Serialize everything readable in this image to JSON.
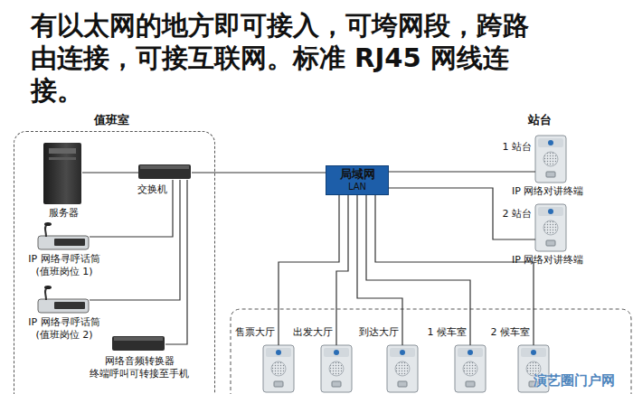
{
  "diagram": {
    "title": "有以太网的地方即可接入，可垮网段，跨路 由连接，可接互联网。标准 RJ45 网线连接。",
    "nodes": [
      {
        "text": [
          "值班室"
        ]
      },
      {
        "text": [
          "服务器"
        ],
        "in": 0
      },
      {
        "text": [
          "交换机"
        ],
        "in": 0
      },
      {
        "text": [
          "IP 网络寻呼话筒 (值班岗位 1)"
        ],
        "in": 0
      },
      {
        "text": [
          "IP 网络寻呼话筒 (值班岗位 2)"
        ],
        "in": 0
      },
      {
        "text": [
          "网络音频转换器 终端呼叫可转接至手机"
        ],
        "in": 0
      },
      {
        "text": [
          "局域网",
          "LAN"
        ]
      },
      {
        "text": [
          "1 站台",
          "IP 网络对讲终端"
        ]
      },
      {
        "text": [
          "2 站台",
          "IP 网络对讲终端"
        ]
      },
      {
        "text": [
          "售票大厅"
        ]
      },
      {
        "text": [
          "出发大厅"
        ]
      },
      {
        "text": [
          "到达大厅"
        ]
      },
      {
        "text": [
          "1 候车室"
        ]
      },
      {
        "text": [
          "2 候车室"
        ]
      }
    ],
    "edges": [
      {
        "from": 1,
        "to": 2,
        "arrow": "none"
      },
      {
        "from": 2,
        "to": 3,
        "arrow": "none"
      },
      {
        "from": 2,
        "to": 4,
        "arrow": "none"
      },
      {
        "from": 2,
        "to": 5,
        "arrow": "none"
      },
      {
        "from": 2,
        "to": 6,
        "arrow": "none"
      },
      {
        "from": 6,
        "to": 7,
        "arrow": "none"
      },
      {
        "from": 6,
        "to": 8,
        "arrow": "none"
      },
      {
        "from": 6,
        "to": 9,
        "arrow": "none"
      },
      {
        "from": 6,
        "to": 10,
        "arrow": "none"
      },
      {
        "from": 6,
        "to": 11,
        "arrow": "none"
      },
      {
        "from": 6,
        "to": 12,
        "arrow": "none"
      },
      {
        "from": 6,
        "to": 13,
        "arrow": "none"
      }
    ],
    "labels": [
      "站台",
      "演艺圈门户网"
    ]
  }
}
